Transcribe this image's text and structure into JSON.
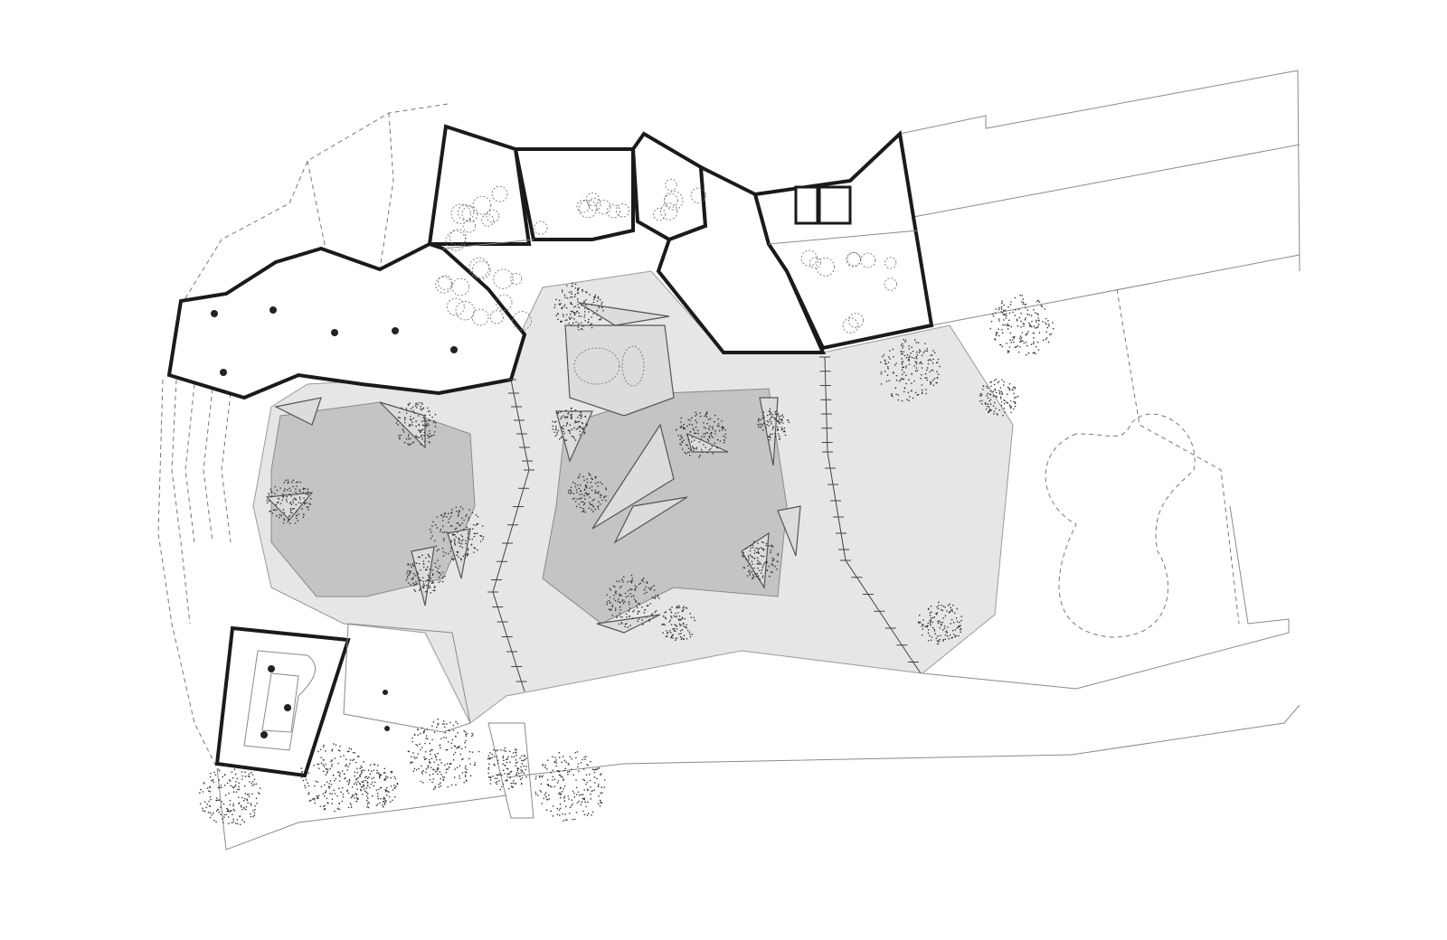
{
  "plan": {
    "colors": {
      "background": "#ffffff",
      "plaza": "#e6e6e6",
      "courtyard": "#c4c4c4",
      "walls": "#1a1a1a",
      "vegetation": "#333333"
    },
    "icons": [
      "tree-cluster",
      "column",
      "stair"
    ]
  }
}
